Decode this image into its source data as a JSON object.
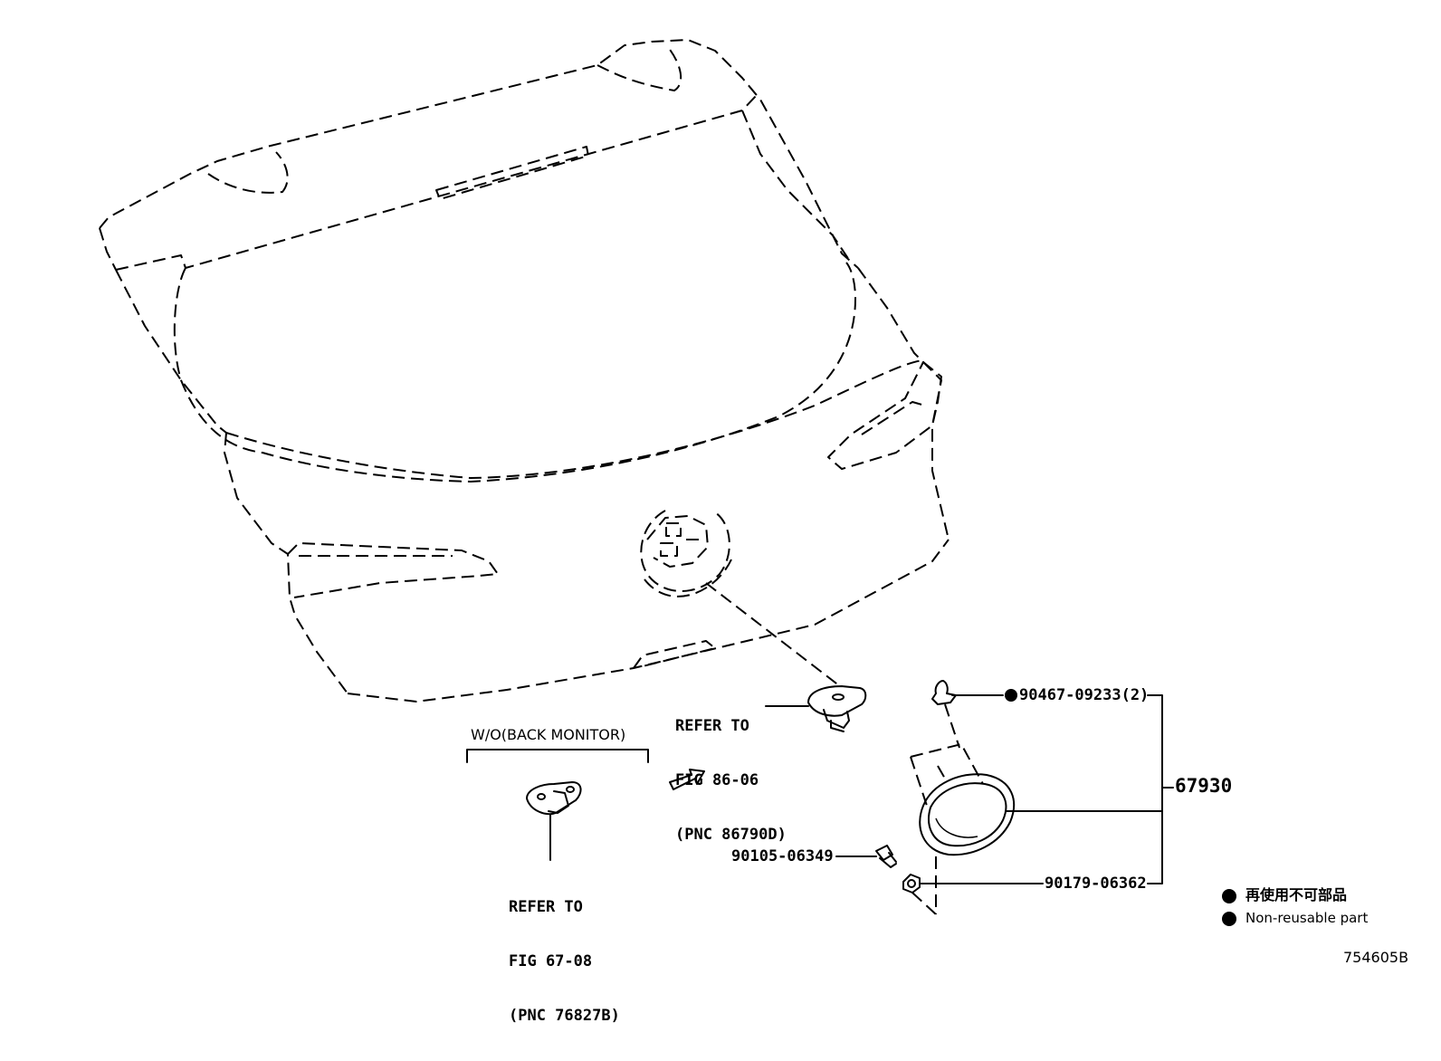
{
  "diagram": {
    "figure_code": "754605B",
    "variant_label": "W/O(BACK MONITOR)",
    "refs": {
      "ref_a": {
        "line1": "REFER TO",
        "line2": "FIG 86-06",
        "line3": "(PNC 86790D)"
      },
      "ref_b": {
        "line1": "REFER TO",
        "line2": "FIG 67-08",
        "line3": "(PNC 76827B)"
      }
    },
    "parts": {
      "clip": "90467-09233(2)",
      "assembly": "67930",
      "screw": "90105-06349",
      "nut": "90179-06362"
    },
    "legend": {
      "jp": "再使用不可部品",
      "en": "Non-reusable part"
    }
  }
}
